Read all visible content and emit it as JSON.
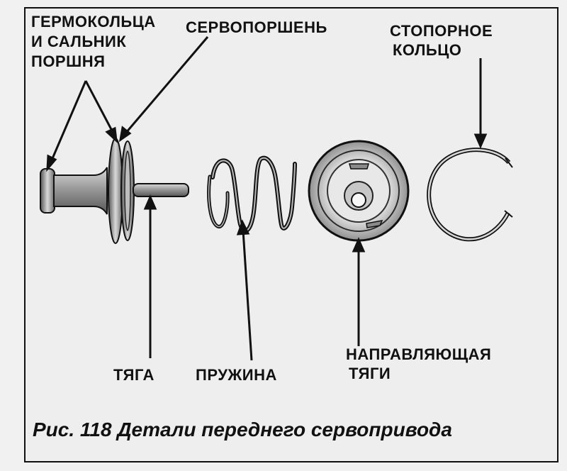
{
  "labels": {
    "seals_line1": "ГЕРМОКОЛЬЦА",
    "seals_line2": "И САЛЬНИК",
    "seals_line3": "ПОРШНЯ",
    "servo_piston": "СЕРВОПОРШЕНЬ",
    "retaining_ring_line1": "СТОПОРНОЕ",
    "retaining_ring_line2": "КОЛЬЦО",
    "rod": "ТЯГА",
    "spring": "ПРУЖИНА",
    "rod_guide_line1": "НАПРАВЛЯЮЩАЯ",
    "rod_guide_line2": "ТЯГИ"
  },
  "caption": "Рис. 118 Детали переднего сервопривода",
  "colors": {
    "ink": "#111111",
    "metal_dark": "#555555",
    "metal_mid": "#9a9a9a",
    "metal_light": "#d9d9d9"
  }
}
